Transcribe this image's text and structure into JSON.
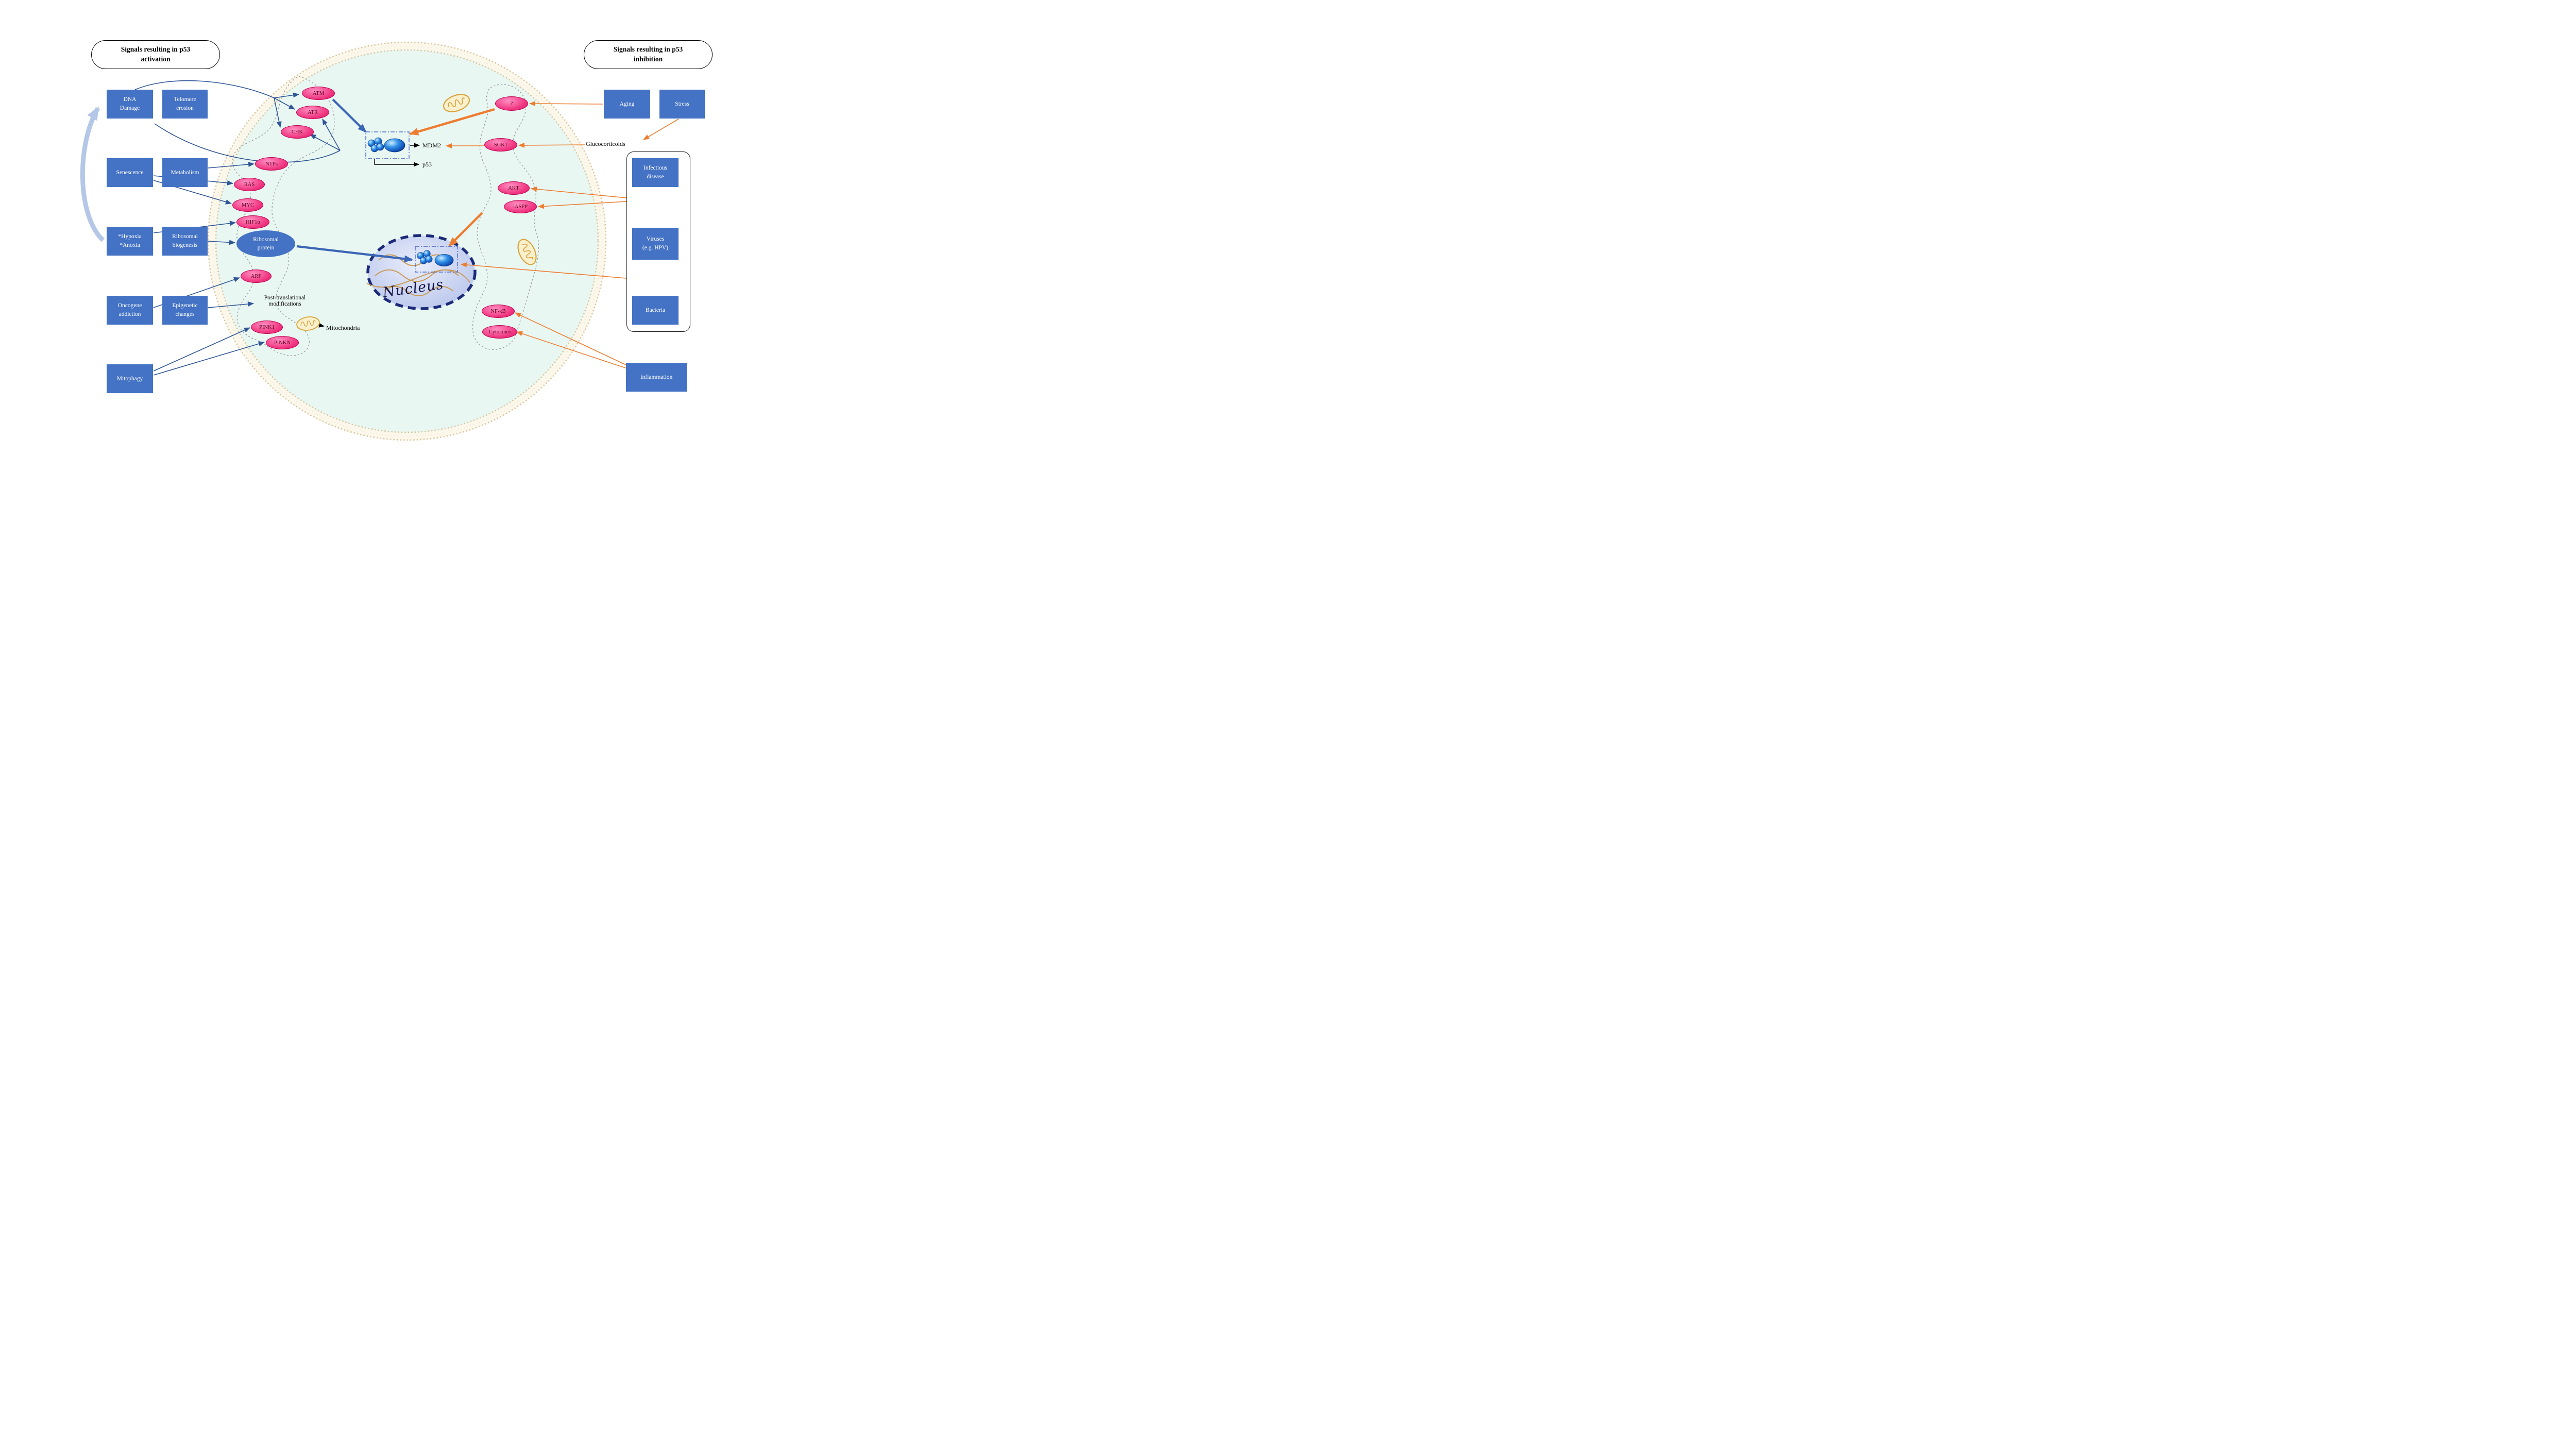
{
  "colors": {
    "box_blue": "#4472C4",
    "node_pink": "#F0347F",
    "arrow_blue": "#2F5597",
    "arrow_orange": "#ED7D31",
    "feedback_arrow": "#B4C7E7",
    "cell_fill": "#E9F7F2",
    "membrane": "#D8C6A0",
    "nucleus_border": "#1B2A78"
  },
  "left": {
    "header": "Signals resulting in p53\nactivation",
    "boxes": [
      {
        "label": "DNA\nDamage"
      },
      {
        "label": "Telomere\nerosion"
      },
      {
        "label": "Senescence"
      },
      {
        "label": "Metabolism"
      },
      {
        "label": "*Hypoxia\n*Anoxia"
      },
      {
        "label": "Ribosomal\nbiogenesis"
      },
      {
        "label": "Oncogene\naddiction"
      },
      {
        "label": "Epigenetic\nchanges"
      },
      {
        "label": "Mitophagy"
      }
    ],
    "nodes": [
      {
        "label": "ATM"
      },
      {
        "label": "ATR"
      },
      {
        "label": "CHK"
      },
      {
        "label": "NTPs"
      },
      {
        "label": "RAS"
      },
      {
        "label": "MYC"
      },
      {
        "label": "HIF1α"
      },
      {
        "label": "ARF"
      },
      {
        "label": "PINK1"
      },
      {
        "label": "PINKN"
      }
    ]
  },
  "right": {
    "header": "Signals resulting in p53\ninhibition",
    "boxes": [
      {
        "label": "Aging"
      },
      {
        "label": "Stress"
      },
      {
        "label": "Infectious\ndisease"
      },
      {
        "label": "Viruses\n(e.g. HPV)"
      },
      {
        "label": "Bacteria"
      },
      {
        "label": "Inflammation"
      }
    ],
    "nodes": [
      {
        "label": "?"
      },
      {
        "label": "SGK1"
      },
      {
        "label": "AKT"
      },
      {
        "label": "iASPP"
      },
      {
        "label": "NF-κB"
      },
      {
        "label": "Cytokines"
      }
    ],
    "glucocorticoids_label": "Glucocorticoids"
  },
  "cell": {
    "nucleus_label": "Nucleus",
    "ribosomal_protein_label": "Ribosomal\nprotein",
    "mdm2_label": "MDM2",
    "p53_label": "p53",
    "post_translational_label": "Post-translational\nmodifications",
    "mitochondria_label": "Mitochondria"
  }
}
